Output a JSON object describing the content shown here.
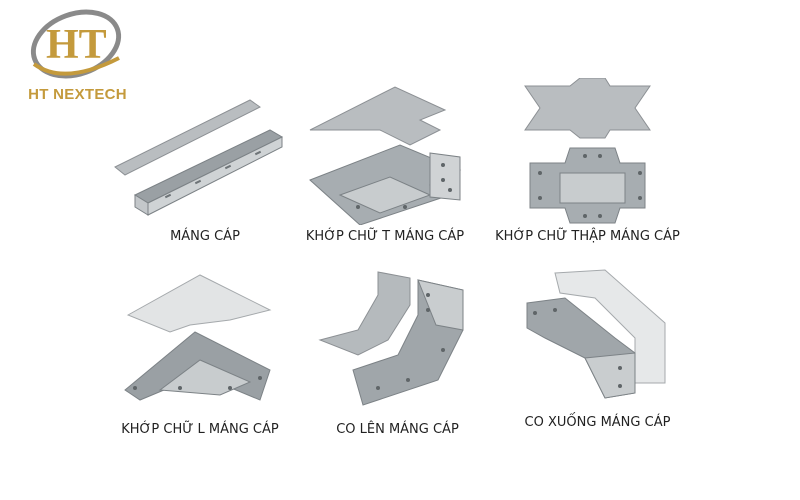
{
  "brand": {
    "logo_letters": "HT",
    "name": "HT NEXTECH",
    "gold_color": "#c49a3c",
    "gray_color": "#8a8a8a"
  },
  "products": [
    {
      "label": "MÁNG CÁP",
      "icon": "cable-tray-icon"
    },
    {
      "label": "KHỚP CHỮ T MÁNG CÁP",
      "icon": "tee-joint-icon"
    },
    {
      "label": "KHỚP CHỮ THẬP MÁNG CÁP",
      "icon": "cross-joint-icon"
    },
    {
      "label": "KHỚP CHỮ L MÁNG CÁP",
      "icon": "l-joint-icon"
    },
    {
      "label": "CO LÊN MÁNG CÁP",
      "icon": "riser-elbow-icon"
    },
    {
      "label": "CO XUỐNG MÁNG CÁP",
      "icon": "drop-elbow-icon"
    }
  ]
}
